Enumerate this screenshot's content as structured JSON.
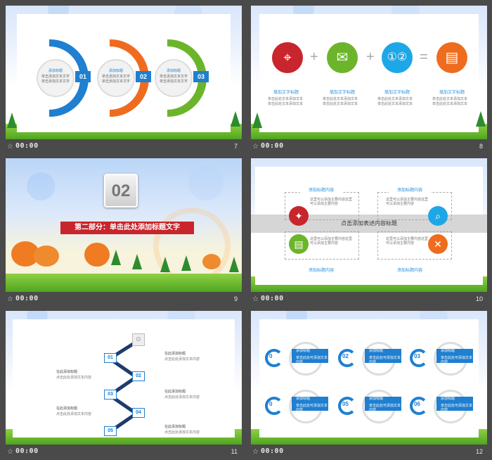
{
  "footer_time": "00:00",
  "footer_star": "☆",
  "slides": [
    {
      "num": "7",
      "items": [
        {
          "n": "01",
          "title": "添加标题",
          "line1": "单击添加文本文字",
          "line2": "单击添加文本文字"
        },
        {
          "n": "02",
          "title": "添加标题",
          "line1": "单击添加文本文字",
          "line2": "单击添加文本文字"
        },
        {
          "n": "03",
          "title": "添加标题",
          "line1": "单击添加文本文字",
          "line2": "单击添加文本文字"
        }
      ]
    },
    {
      "num": "8",
      "plus": "+",
      "eq": "=",
      "titles": [
        "填加文字标题",
        "填加文字标题",
        "填加文字标题",
        "填加文字标题"
      ],
      "body": "单击此处文本添加文本"
    },
    {
      "num": "9",
      "badge": "02",
      "banner": "第二部分：单击此处添加标题文字"
    },
    {
      "num": "10",
      "center": "点击添加表述内容标题",
      "heads": [
        "添加标题内容",
        "添加标题内容",
        "添加标题内容",
        "添加标题内容"
      ],
      "body": "这里可以添加主要内容这里可以添加主要内容"
    },
    {
      "num": "11",
      "steps": [
        "01",
        "02",
        "03",
        "04",
        "05"
      ],
      "label": "在此添加标题",
      "body": "点击此处添加文本内容"
    },
    {
      "num": "12",
      "steps": [
        "0",
        "02",
        "03",
        "0",
        "05",
        "06"
      ],
      "title": "添加标题",
      "body": "单击此处可添加文本内容"
    }
  ],
  "colors": {
    "blue": "#1f7fd0",
    "orange": "#ef6c1f",
    "green": "#6cb52a",
    "red": "#c8252c",
    "cyan": "#1ea7e6"
  }
}
